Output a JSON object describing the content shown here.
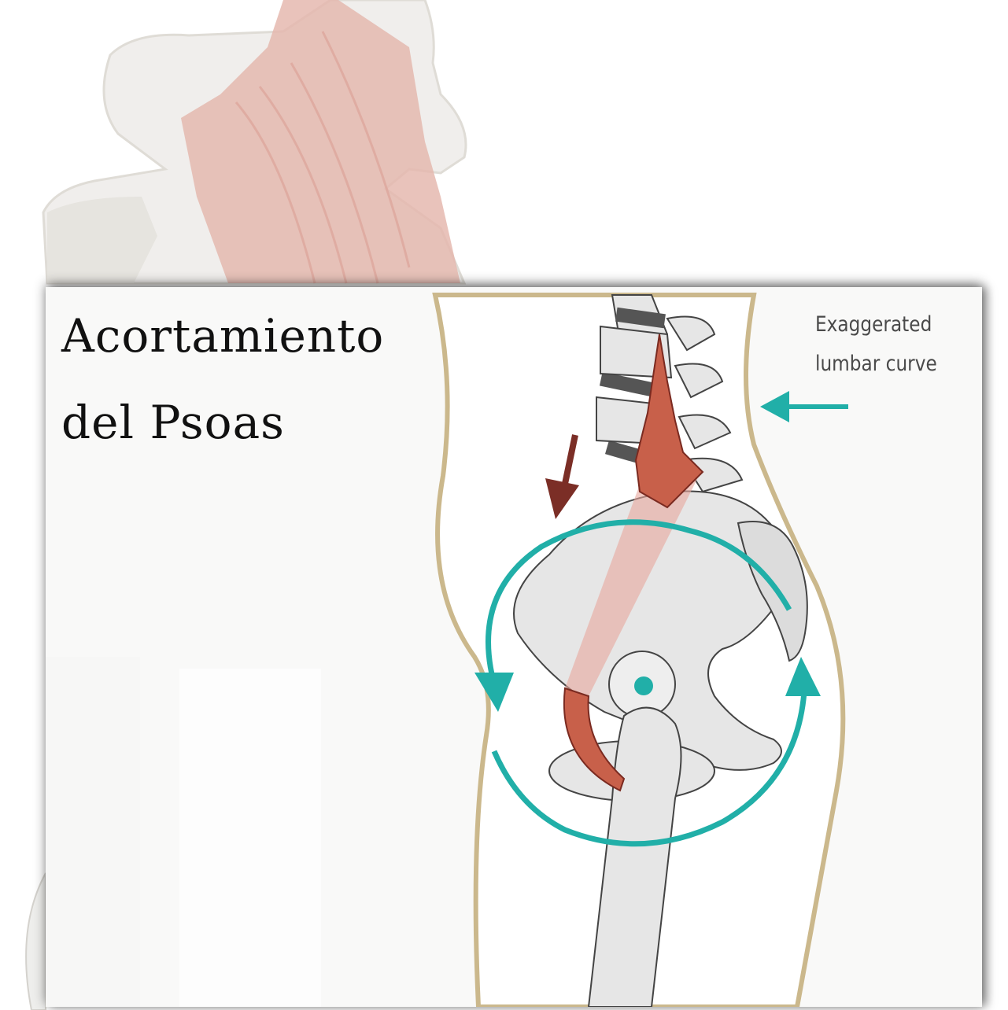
{
  "title": {
    "line1": "Acortamiento",
    "line2": "del Psoas"
  },
  "annotation": {
    "line1": "Exaggerated",
    "line2": "lumbar curve"
  },
  "colors": {
    "teal_arrow": "#21afa8",
    "psoas_muscle": "#c8604a",
    "force_arrow": "#7b2e26",
    "body_outline": "#c8b68a",
    "bone": "#e8e8e8",
    "disc": "#555555",
    "background_muscle": "#e2a9a0"
  },
  "icons": {
    "rotation": "circular-rotation-arrow-icon",
    "curve_indicator": "left-arrow-icon",
    "force": "down-arrow-icon"
  }
}
